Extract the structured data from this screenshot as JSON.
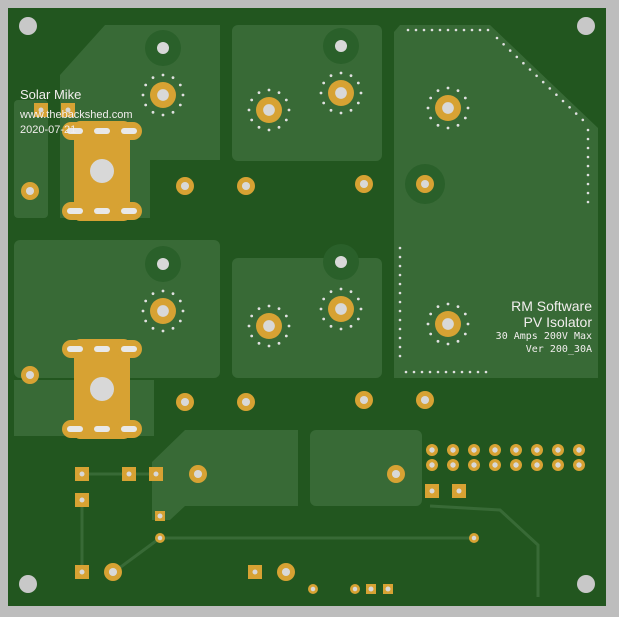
{
  "colors": {
    "frame": "#bdbdbd",
    "board": "#22561f",
    "pour": "#386a36",
    "pad": "#d7a233",
    "hole": "#c8c8c8",
    "silk": "#f2eeee"
  },
  "silkscreen_left": {
    "name": "Solar Mike",
    "website": "www.thebackshed.com",
    "date": "2020-07-21"
  },
  "silkscreen_right": {
    "company": "RM Software",
    "product": "PV Isolator",
    "rating": "30 Amps 200V Max",
    "version": "Ver 200_30A"
  }
}
